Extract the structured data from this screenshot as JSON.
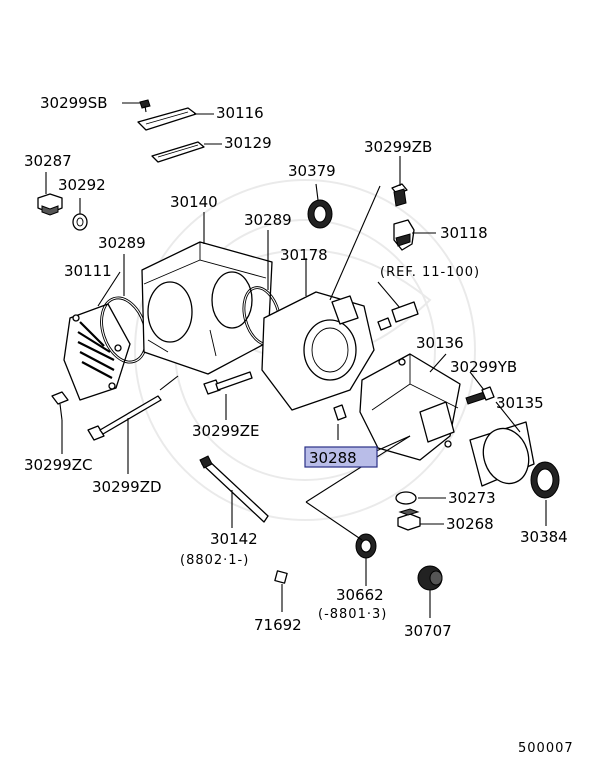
{
  "diagram_code": "500007",
  "reference_note": "(REF. 11-100)",
  "highlighted_part": "30288",
  "parts": {
    "p30299SB": "30299SB",
    "p30116": "30116",
    "p30129": "30129",
    "p30287": "30287",
    "p30292": "30292",
    "p30379": "30379",
    "p30299ZB": "30299ZB",
    "p30140": "30140",
    "p30289a": "30289",
    "p30289b": "30289",
    "p30118": "30118",
    "p30111": "30111",
    "p30178": "30178",
    "p30136": "30136",
    "p30299YB": "30299YB",
    "p30135": "30135",
    "p30299ZE": "30299ZE",
    "p30299ZC": "30299ZC",
    "p30299ZD": "30299ZD",
    "p30273": "30273",
    "p30268": "30268",
    "p30384": "30384",
    "p30142": "30142",
    "p30142_note": "(8802·1-)",
    "p30662": "30662",
    "p30662_note": "(-8801·3)",
    "p71692": "71692",
    "p30707": "30707"
  }
}
